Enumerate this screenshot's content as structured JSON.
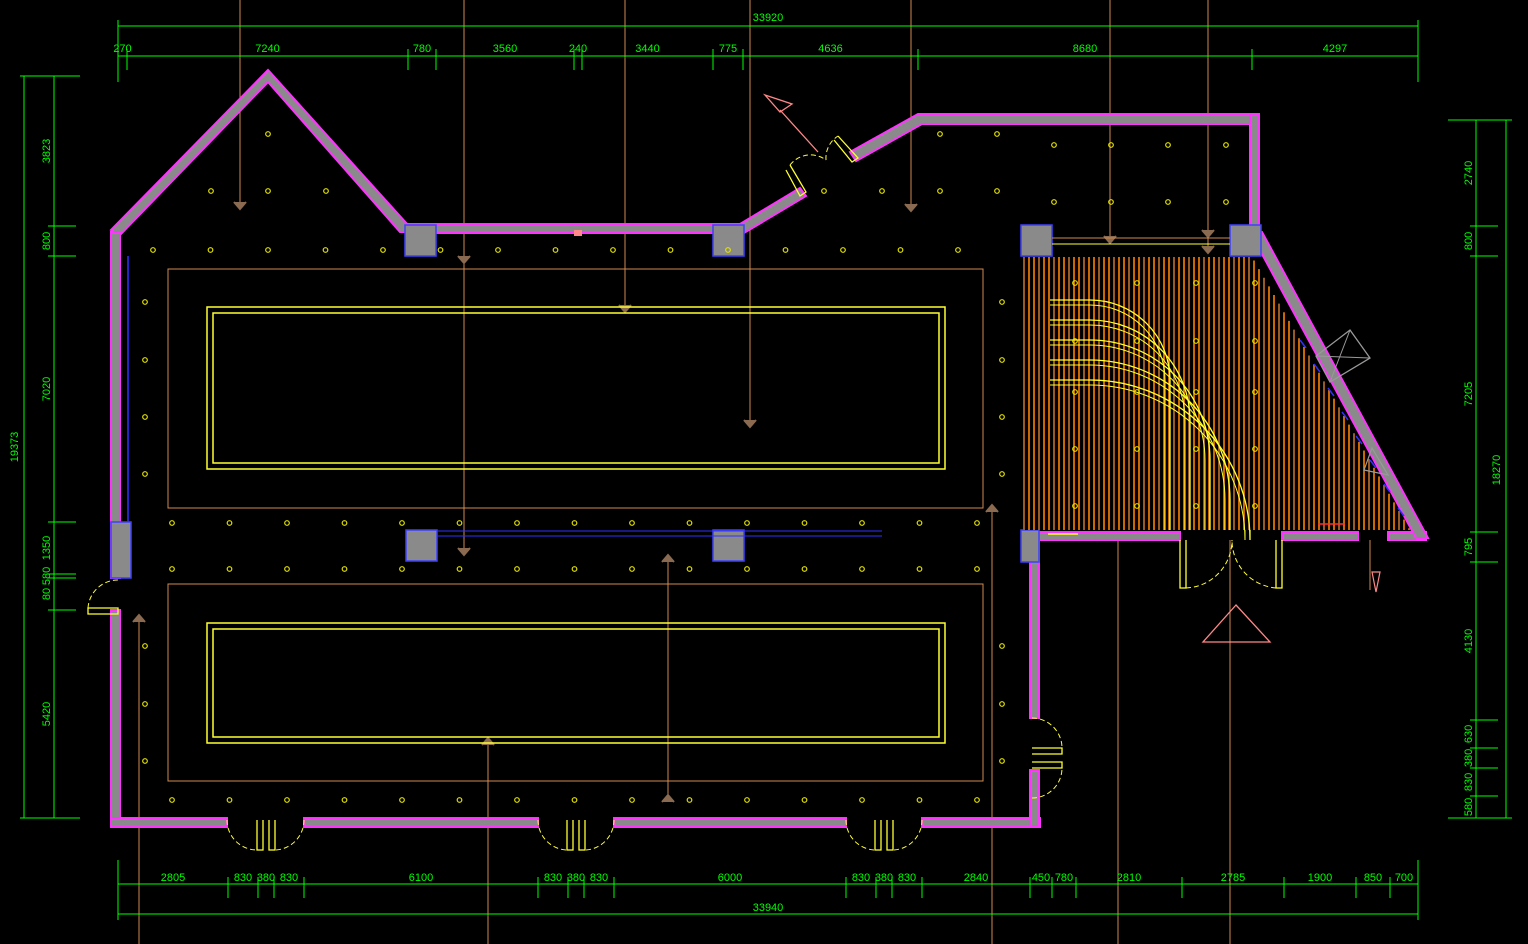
{
  "drawing": {
    "background": "#000000",
    "colors": {
      "dimension": "#00ff00",
      "wall_outline": "#ff33ff",
      "wall_fill": "#8a8a8a",
      "pool_outline": "#ffff33",
      "axis": "#d08a50",
      "deck_stripe": "#ff8000"
    }
  },
  "dimensions": {
    "top_total": "33920",
    "top_segments": [
      "270",
      "7240",
      "780",
      "3560",
      "240",
      "3440",
      "775",
      "4636",
      "8680",
      "4297"
    ],
    "bottom_total": "33940",
    "bottom_segments": [
      "2805",
      "830",
      "380",
      "830",
      "6100",
      "830",
      "380",
      "830",
      "6000",
      "830",
      "380",
      "830",
      "2840",
      "450",
      "780",
      "2810",
      "2785",
      "1900",
      "850",
      "700"
    ],
    "left_total": "19373",
    "left_segments": [
      "3823",
      "800",
      "7020",
      "1350",
      "580",
      "80",
      "5420"
    ],
    "right_total": "18270",
    "right_segments": [
      "2740",
      "800",
      "7205",
      "795",
      "4130",
      "630",
      "380",
      "830",
      "580"
    ]
  }
}
